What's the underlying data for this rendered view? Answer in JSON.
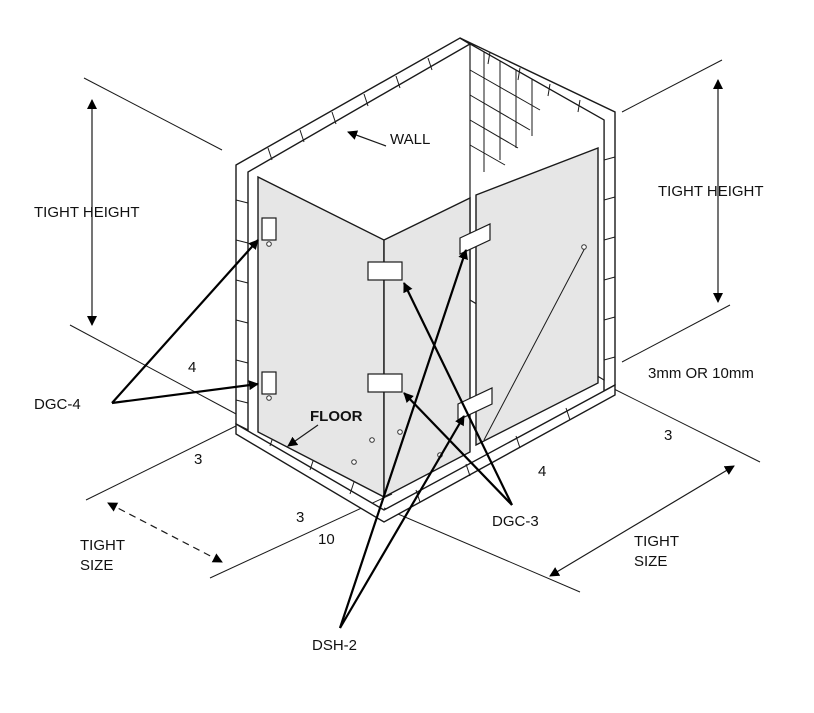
{
  "labels": {
    "tight_height_left": "TIGHT HEIGHT",
    "tight_height_right": "TIGHT HEIGHT",
    "wall": "WALL",
    "floor": "FLOOR",
    "gap": "3mm OR 10mm",
    "dgc4": "DGC-4",
    "dgc3": "DGC-3",
    "dsh2": "DSH-2",
    "tight_size_left_1": "TIGHT",
    "tight_size_left_2": "SIZE",
    "tight_size_right_1": "TIGHT",
    "tight_size_right_2": "SIZE"
  },
  "dimensions": {
    "left_4": "4",
    "left_3": "3",
    "front_3": "3",
    "front_10": "10",
    "right_3": "3",
    "right_4": "4"
  },
  "colors": {
    "glass": "#e6e6e6",
    "line": "#1a1a1a",
    "background": "#ffffff"
  }
}
